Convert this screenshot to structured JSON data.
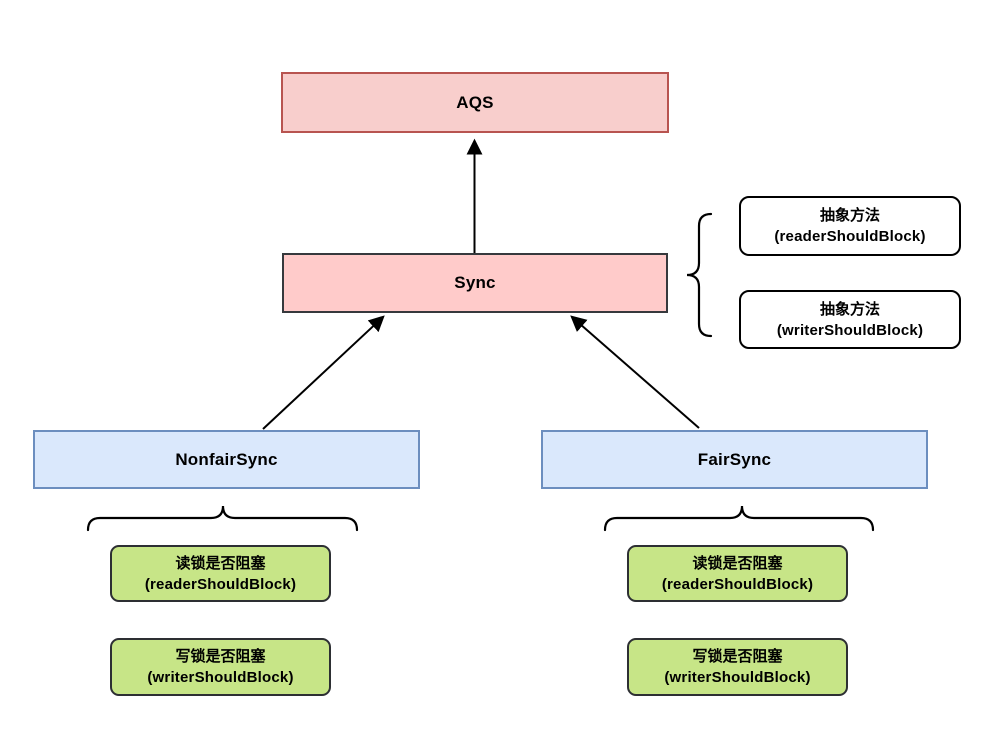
{
  "nodes": {
    "aqs": {
      "label": "AQS"
    },
    "sync": {
      "label": "Sync"
    },
    "nonfair_sync": {
      "label": "NonfairSync"
    },
    "fair_sync": {
      "label": "FairSync"
    },
    "sync_abstract_reader": {
      "title": "抽象方法",
      "method": "(readerShouldBlock)"
    },
    "sync_abstract_writer": {
      "title": "抽象方法",
      "method": "(writerShouldBlock)"
    },
    "nonfair_reader": {
      "title": "读锁是否阻塞",
      "method": "(readerShouldBlock)"
    },
    "nonfair_writer": {
      "title": "写锁是否阻塞",
      "method": "(writerShouldBlock)"
    },
    "fair_reader": {
      "title": "读锁是否阻塞",
      "method": "(readerShouldBlock)"
    },
    "fair_writer": {
      "title": "写锁是否阻塞",
      "method": "(writerShouldBlock)"
    }
  },
  "colors": {
    "aqs_fill": "#f8cecc",
    "aqs_border": "#b85450",
    "sync_fill": "#ffcbca",
    "sync_border": "#36393d",
    "subclass_fill": "#dae8fc",
    "subclass_border": "#6c8ebf",
    "method_fill": "#c7e587",
    "method_border": "#2d2f33",
    "annotation_fill": "#ffffff",
    "annotation_border": "#000000",
    "connector": "#000000"
  }
}
